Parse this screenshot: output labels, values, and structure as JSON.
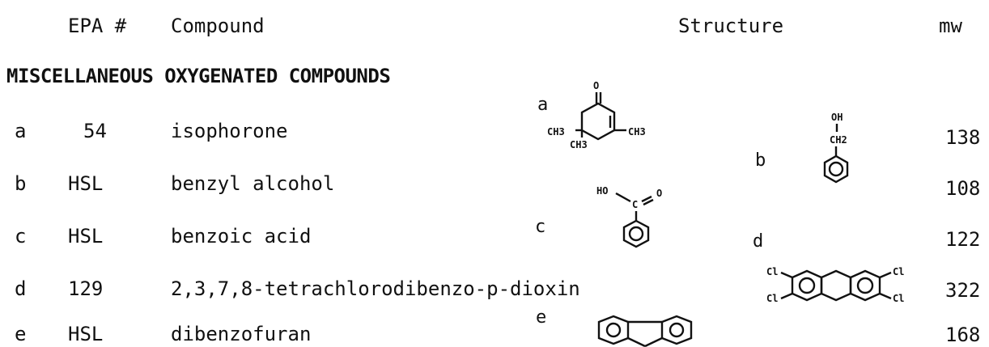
{
  "header": {
    "epa": "EPA #",
    "compound": "Compound",
    "structure": "Structure",
    "mw": "mw"
  },
  "section": {
    "title": "MISCELLANEOUS OXYGENATED COMPOUNDS"
  },
  "rows": [
    {
      "letter": "a",
      "epa": "54",
      "compound": "isophorone",
      "mw": "138"
    },
    {
      "letter": "b",
      "epa": "HSL",
      "compound": "benzyl alcohol",
      "mw": "108"
    },
    {
      "letter": "c",
      "epa": "HSL",
      "compound": "benzoic acid",
      "mw": "122"
    },
    {
      "letter": "d",
      "epa": "129",
      "compound": "2,3,7,8-tetrachlorodibenzo-p-dioxin",
      "mw": "322"
    },
    {
      "letter": "e",
      "epa": "HSL",
      "compound": "dibenzofuran",
      "mw": "168"
    }
  ],
  "structures": {
    "a": {
      "label": "a",
      "o": "O",
      "ch3_left": "CH3",
      "ch3_mid": "CH3",
      "ch3_right": "CH3"
    },
    "b": {
      "label": "b",
      "oh": "OH",
      "ch2": "CH2"
    },
    "c": {
      "label": "c",
      "ho": "HO",
      "c": "C",
      "o": "O"
    },
    "d": {
      "label": "d",
      "cl": "Cl"
    },
    "e": {
      "label": "e"
    }
  }
}
